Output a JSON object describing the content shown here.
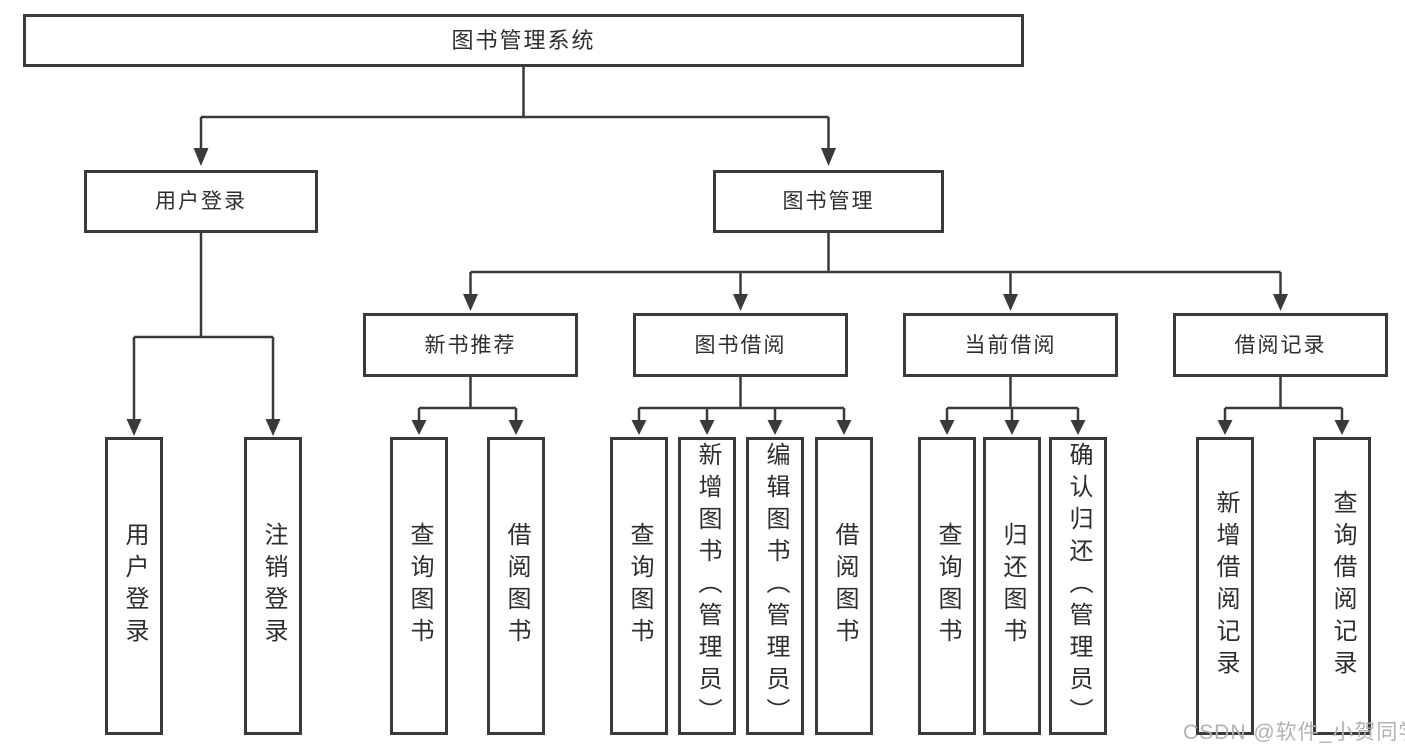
{
  "diagram": {
    "root": {
      "label": "图书管理系统"
    },
    "user_login": {
      "label": "用户登录",
      "children": {
        "login": "用户登录",
        "logout": "注销登录"
      }
    },
    "book_mgmt": {
      "label": "图书管理",
      "new_books": {
        "label": "新书推荐",
        "children": {
          "query": "查询图书",
          "borrow": "借阅图书"
        }
      },
      "borrowing": {
        "label": "图书借阅",
        "children": {
          "query": "查询图书",
          "add": "新增图书（管理员）",
          "edit": "编辑图书（管理员）",
          "borrow": "借阅图书"
        }
      },
      "current": {
        "label": "当前借阅",
        "children": {
          "query": "查询图书",
          "return": "归还图书",
          "confirm": "确认归还（管理员）"
        }
      },
      "records": {
        "label": "借阅记录",
        "children": {
          "add": "新增借阅记录",
          "query": "查询借阅记录"
        }
      }
    },
    "colors": {
      "line": "#3a3a3a",
      "text": "#2e2e2e",
      "watermark": "#b2b2b2",
      "background": "#ffffff"
    }
  },
  "watermark": {
    "text": "CSDN @软件_小贺同学"
  }
}
